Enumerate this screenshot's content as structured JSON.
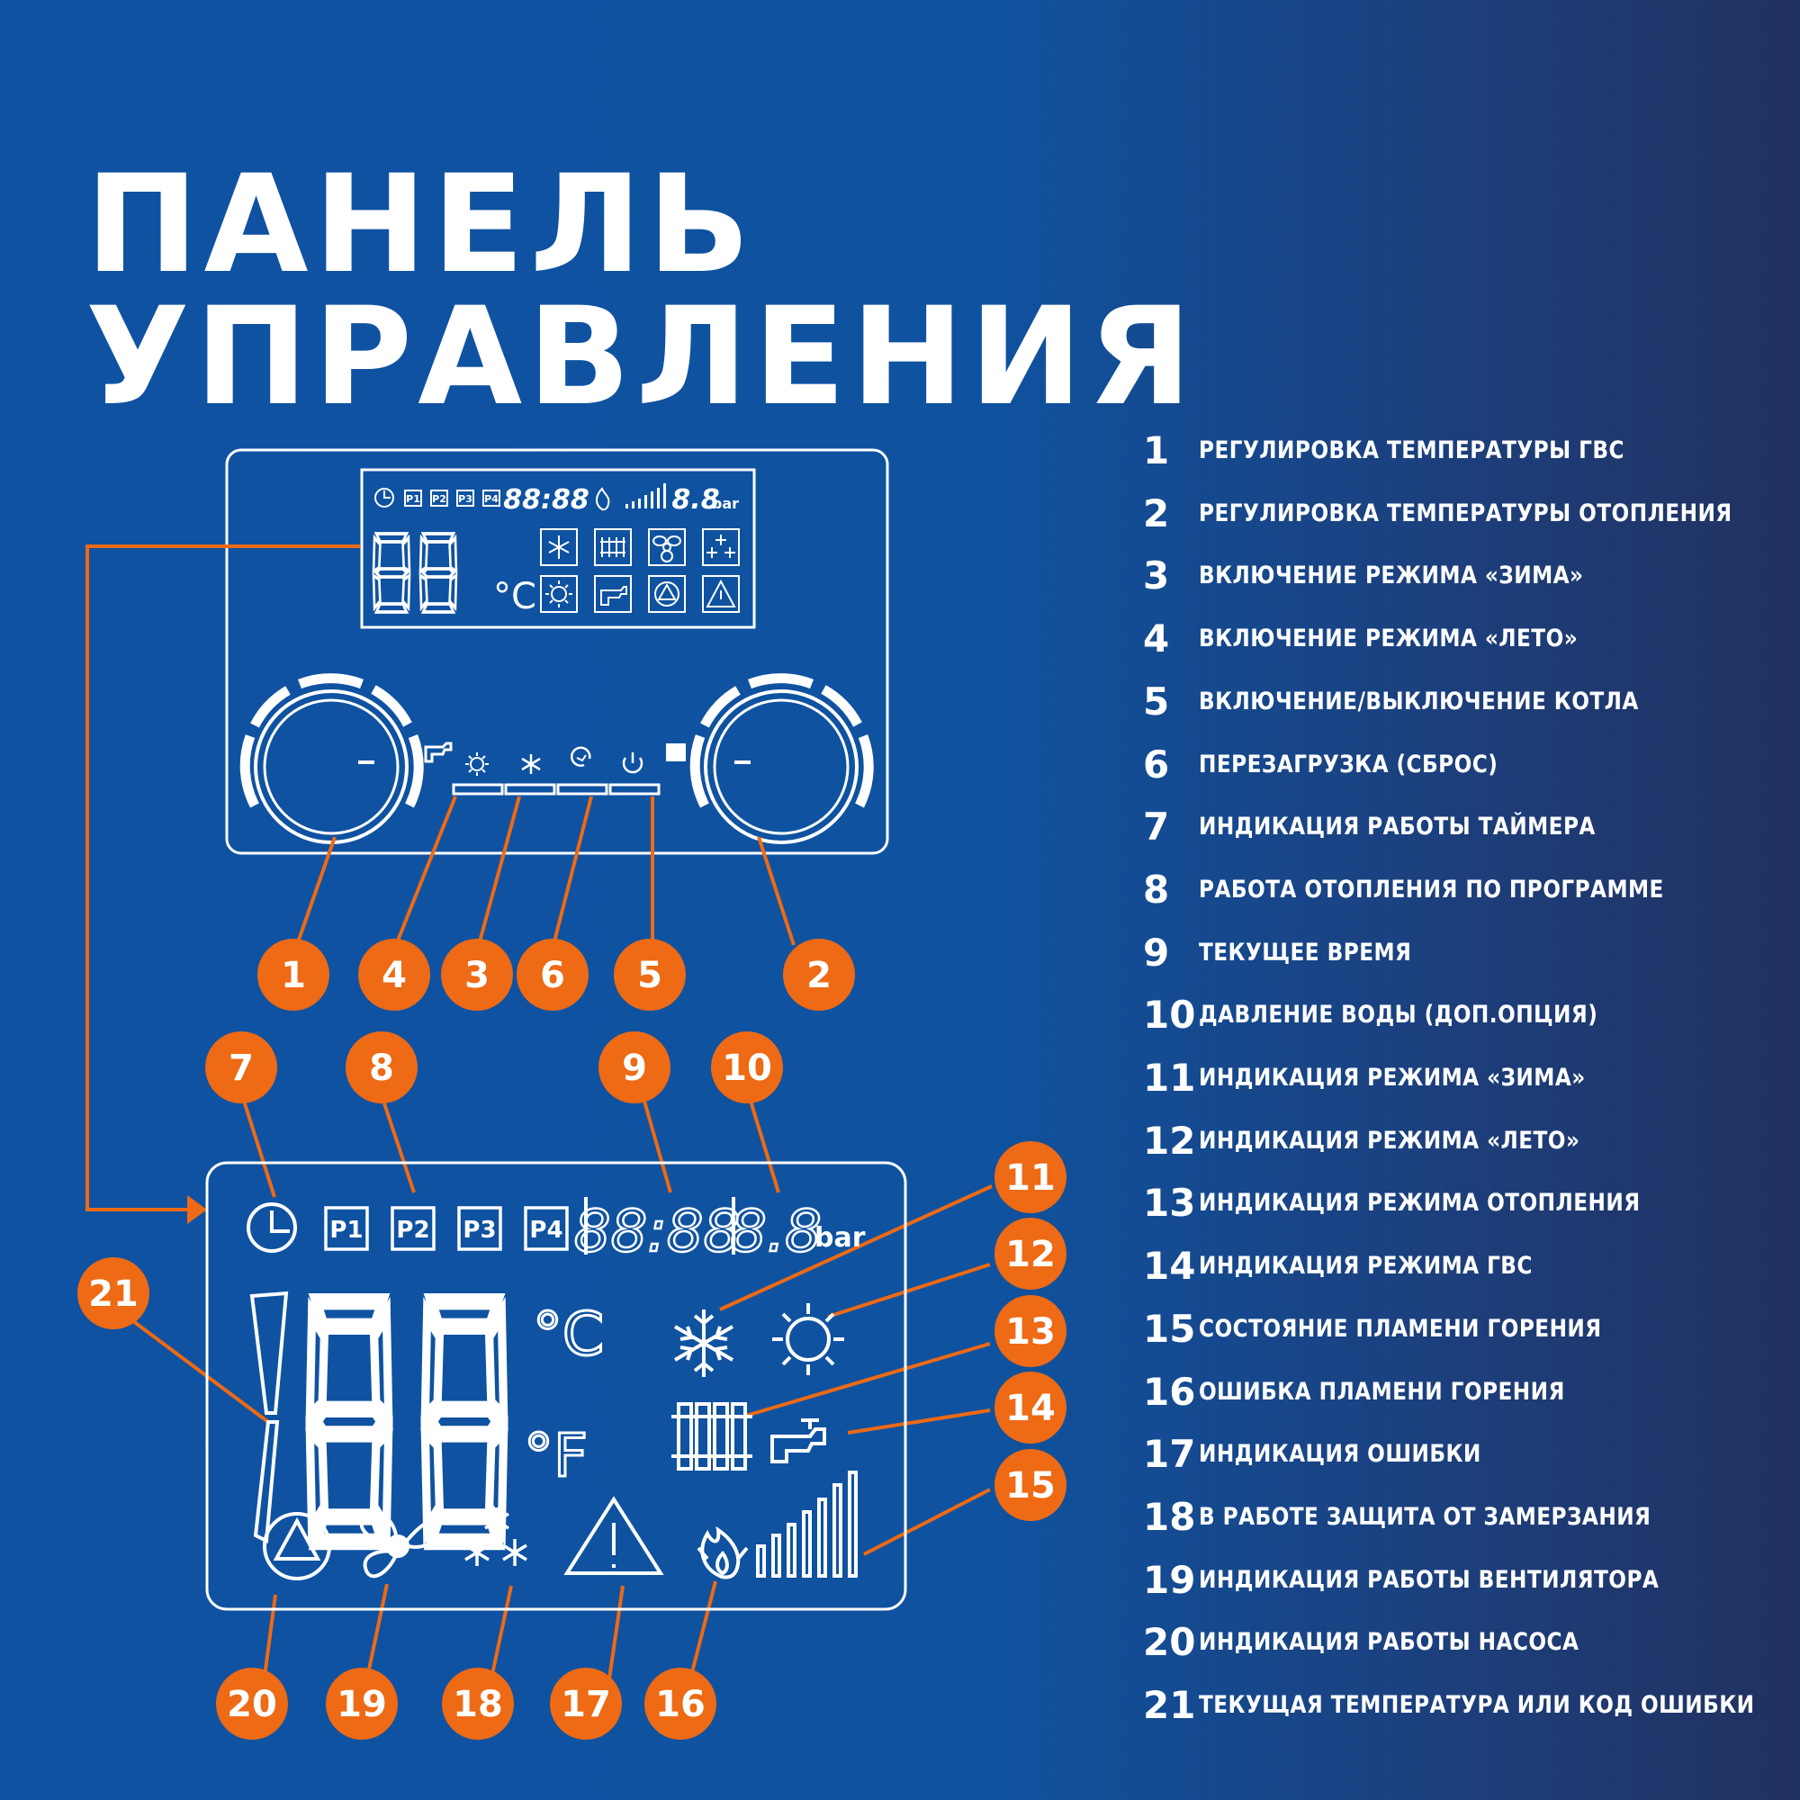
{
  "title": {
    "line1": "ПАНЕЛЬ",
    "line2": "УПРАВЛЕНИЯ"
  },
  "colors": {
    "background": "#0f52a3",
    "accent": "#ee6a14",
    "line": "#ffffff"
  },
  "panel": {
    "lcd": {
      "p_labels": [
        "P1",
        "P2",
        "P3",
        "P4"
      ],
      "time": "88:88",
      "pressure": "8.8",
      "pressure_unit": "bar",
      "temp_unit": "°C"
    },
    "icons": [
      "snowflake-icon",
      "radiator-icon",
      "fan-icon",
      "frost-icon",
      "sun-icon",
      "tap-icon",
      "pump-icon",
      "warning-icon"
    ],
    "buttons": [
      "sun-icon",
      "snowflake-icon",
      "reset-icon",
      "power-icon"
    ]
  },
  "display": {
    "p_labels": [
      "P1",
      "P2",
      "P3",
      "P4"
    ],
    "time": "88:88",
    "pressure": "8.8",
    "pressure_unit": "bar",
    "temp": "188",
    "unit_c": "°C",
    "unit_f": "°F"
  },
  "callouts": [
    "1",
    "2",
    "3",
    "4",
    "5",
    "6",
    "7",
    "8",
    "9",
    "10",
    "11",
    "12",
    "13",
    "14",
    "15",
    "16",
    "17",
    "18",
    "19",
    "20",
    "21"
  ],
  "legend": [
    {
      "num": "1",
      "text": "РЕГУЛИРОВКА ТЕМПЕРАТУРЫ ГВС"
    },
    {
      "num": "2",
      "text": "РЕГУЛИРОВКА ТЕМПЕРАТУРЫ ОТОПЛЕНИЯ"
    },
    {
      "num": "3",
      "text": "ВКЛЮЧЕНИЕ РЕЖИМА «ЗИМА»"
    },
    {
      "num": "4",
      "text": "ВКЛЮЧЕНИЕ РЕЖИМА «ЛЕТО»"
    },
    {
      "num": "5",
      "text": "ВКЛЮЧЕНИЕ/ВЫКЛЮЧЕНИЕ КОТЛА"
    },
    {
      "num": "6",
      "text": "ПЕРЕЗАГРУЗКА (СБРОС)"
    },
    {
      "num": "7",
      "text": "ИНДИКАЦИЯ РАБОТЫ ТАЙМЕРА"
    },
    {
      "num": "8",
      "text": "РАБОТА ОТОПЛЕНИЯ ПО ПРОГРАММЕ"
    },
    {
      "num": "9",
      "text": "ТЕКУЩЕЕ ВРЕМЯ"
    },
    {
      "num": "10",
      "text": "ДАВЛЕНИЕ ВОДЫ (ДОП.ОПЦИЯ)"
    },
    {
      "num": "11",
      "text": "ИНДИКАЦИЯ РЕЖИМА «ЗИМА»"
    },
    {
      "num": "12",
      "text": "ИНДИКАЦИЯ РЕЖИМА «ЛЕТО»"
    },
    {
      "num": "13",
      "text": "ИНДИКАЦИЯ РЕЖИМА ОТОПЛЕНИЯ"
    },
    {
      "num": "14",
      "text": "ИНДИКАЦИЯ РЕЖИМА ГВС"
    },
    {
      "num": "15",
      "text": "СОСТОЯНИЕ ПЛАМЕНИ ГОРЕНИЯ"
    },
    {
      "num": "16",
      "text": "ОШИБКА ПЛАМЕНИ ГОРЕНИЯ"
    },
    {
      "num": "17",
      "text": "ИНДИКАЦИЯ ОШИБКИ"
    },
    {
      "num": "18",
      "text": "В РАБОТЕ ЗАЩИТА ОТ ЗАМЕРЗАНИЯ"
    },
    {
      "num": "19",
      "text": "ИНДИКАЦИЯ РАБОТЫ ВЕНТИЛЯТОРА"
    },
    {
      "num": "20",
      "text": "ИНДИКАЦИЯ РАБОТЫ НАСОСА"
    },
    {
      "num": "21",
      "text": "ТЕКУЩАЯ ТЕМПЕРАТУРА ИЛИ КОД ОШИБКИ"
    }
  ]
}
